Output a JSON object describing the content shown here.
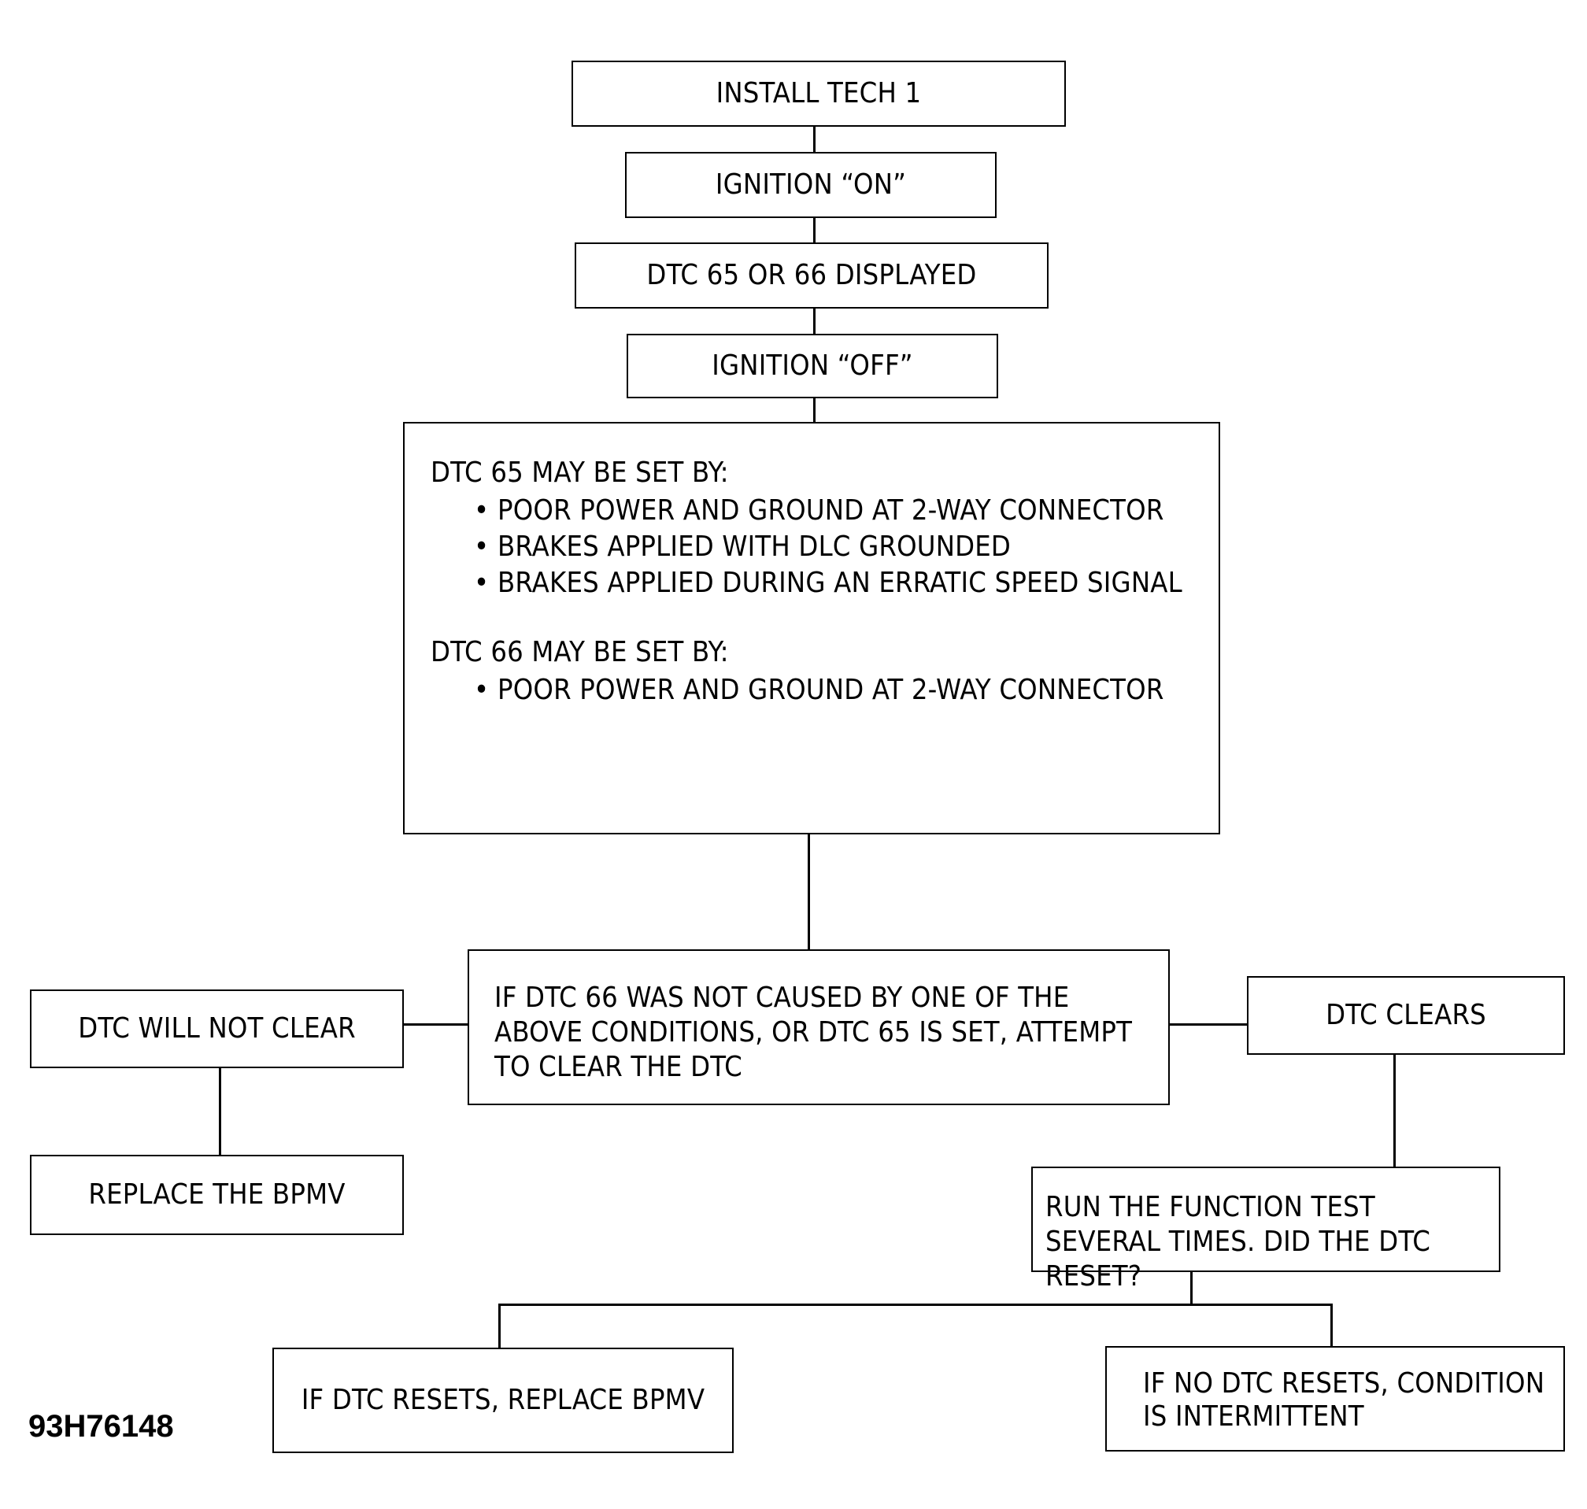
{
  "flowchart": {
    "install_tech": "INSTALL TECH 1",
    "ignition_on": "IGNITION “ON”",
    "dtc_displayed": "DTC 65 OR 66 DISPLAYED",
    "ignition_off": "IGNITION “OFF”",
    "causes": {
      "dtc65_heading": "DTC 65 MAY BE SET BY:",
      "dtc65_items": [
        "POOR POWER AND GROUND AT 2-WAY CONNECTOR",
        "BRAKES APPLIED WITH DLC GROUNDED",
        "BRAKES APPLIED DURING AN ERRATIC SPEED SIGNAL"
      ],
      "dtc66_heading": "DTC 66 MAY BE SET BY:",
      "dtc66_items": [
        "POOR POWER AND GROUND AT 2-WAY CONNECTOR"
      ],
      "bullet": "•"
    },
    "attempt_clear": "IF DTC 66 WAS NOT CAUSED BY ONE OF THE ABOVE CONDITIONS, OR DTC 65 IS SET, ATTEMPT TO CLEAR THE DTC",
    "will_not_clear": "DTC WILL NOT CLEAR",
    "replace_bpmv": "REPLACE THE BPMV",
    "dtc_clears": "DTC CLEARS",
    "run_function_test": "RUN THE FUNCTION TEST SEVERAL TIMES. DID THE DTC RESET?",
    "if_resets": "IF DTC RESETS, REPLACE BPMV",
    "if_no_resets": "IF NO DTC RESETS, CONDITION IS INTERMITTENT"
  },
  "figure_id": "93H76148"
}
